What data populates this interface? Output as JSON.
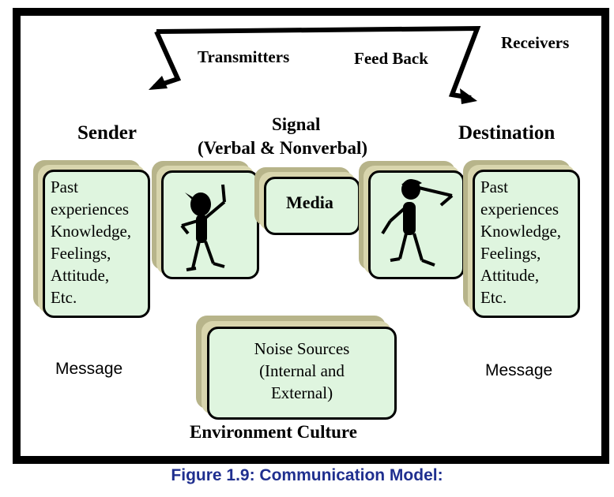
{
  "diagram": {
    "labels": {
      "transmitters": "Transmitters",
      "feedback": "Feed Back",
      "receivers": "Receivers",
      "sender": "Sender",
      "signal": "Signal",
      "signal_type": "(Verbal & Nonverbal)",
      "destination": "Destination",
      "media": "Media",
      "message_left": "Message",
      "message_right": "Message",
      "environment": "Environment Culture"
    },
    "sender_box": [
      "Past",
      "experiences",
      "Knowledge,",
      "Feelings,",
      "Attitude,",
      "Etc."
    ],
    "destination_box": [
      "Past",
      "experiences",
      "Knowledge,",
      "Feelings,",
      "Attitude,",
      "Etc."
    ],
    "noise_box": [
      "Noise Sources",
      "(Internal and",
      "External)"
    ]
  },
  "caption": "Figure 1.9: Communication Model:",
  "colors": {
    "box_fill": "#dff5df",
    "shadow_dark": "#b7b48a",
    "shadow_light": "#d8d5ad",
    "caption": "#1f2f8f"
  }
}
